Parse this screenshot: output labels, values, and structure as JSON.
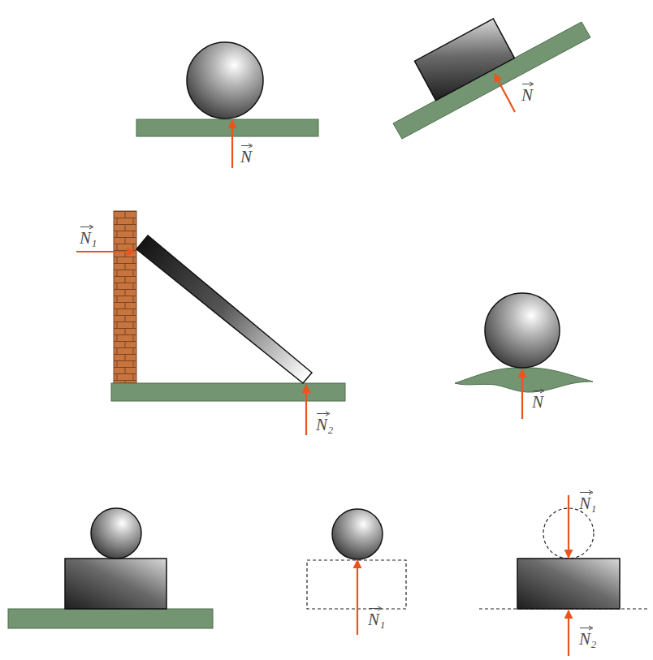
{
  "diagram": {
    "labels": [
      "N",
      "N",
      "N₁",
      "N₂",
      "N",
      "N₁",
      "N₁",
      "N₂"
    ]
  }
}
